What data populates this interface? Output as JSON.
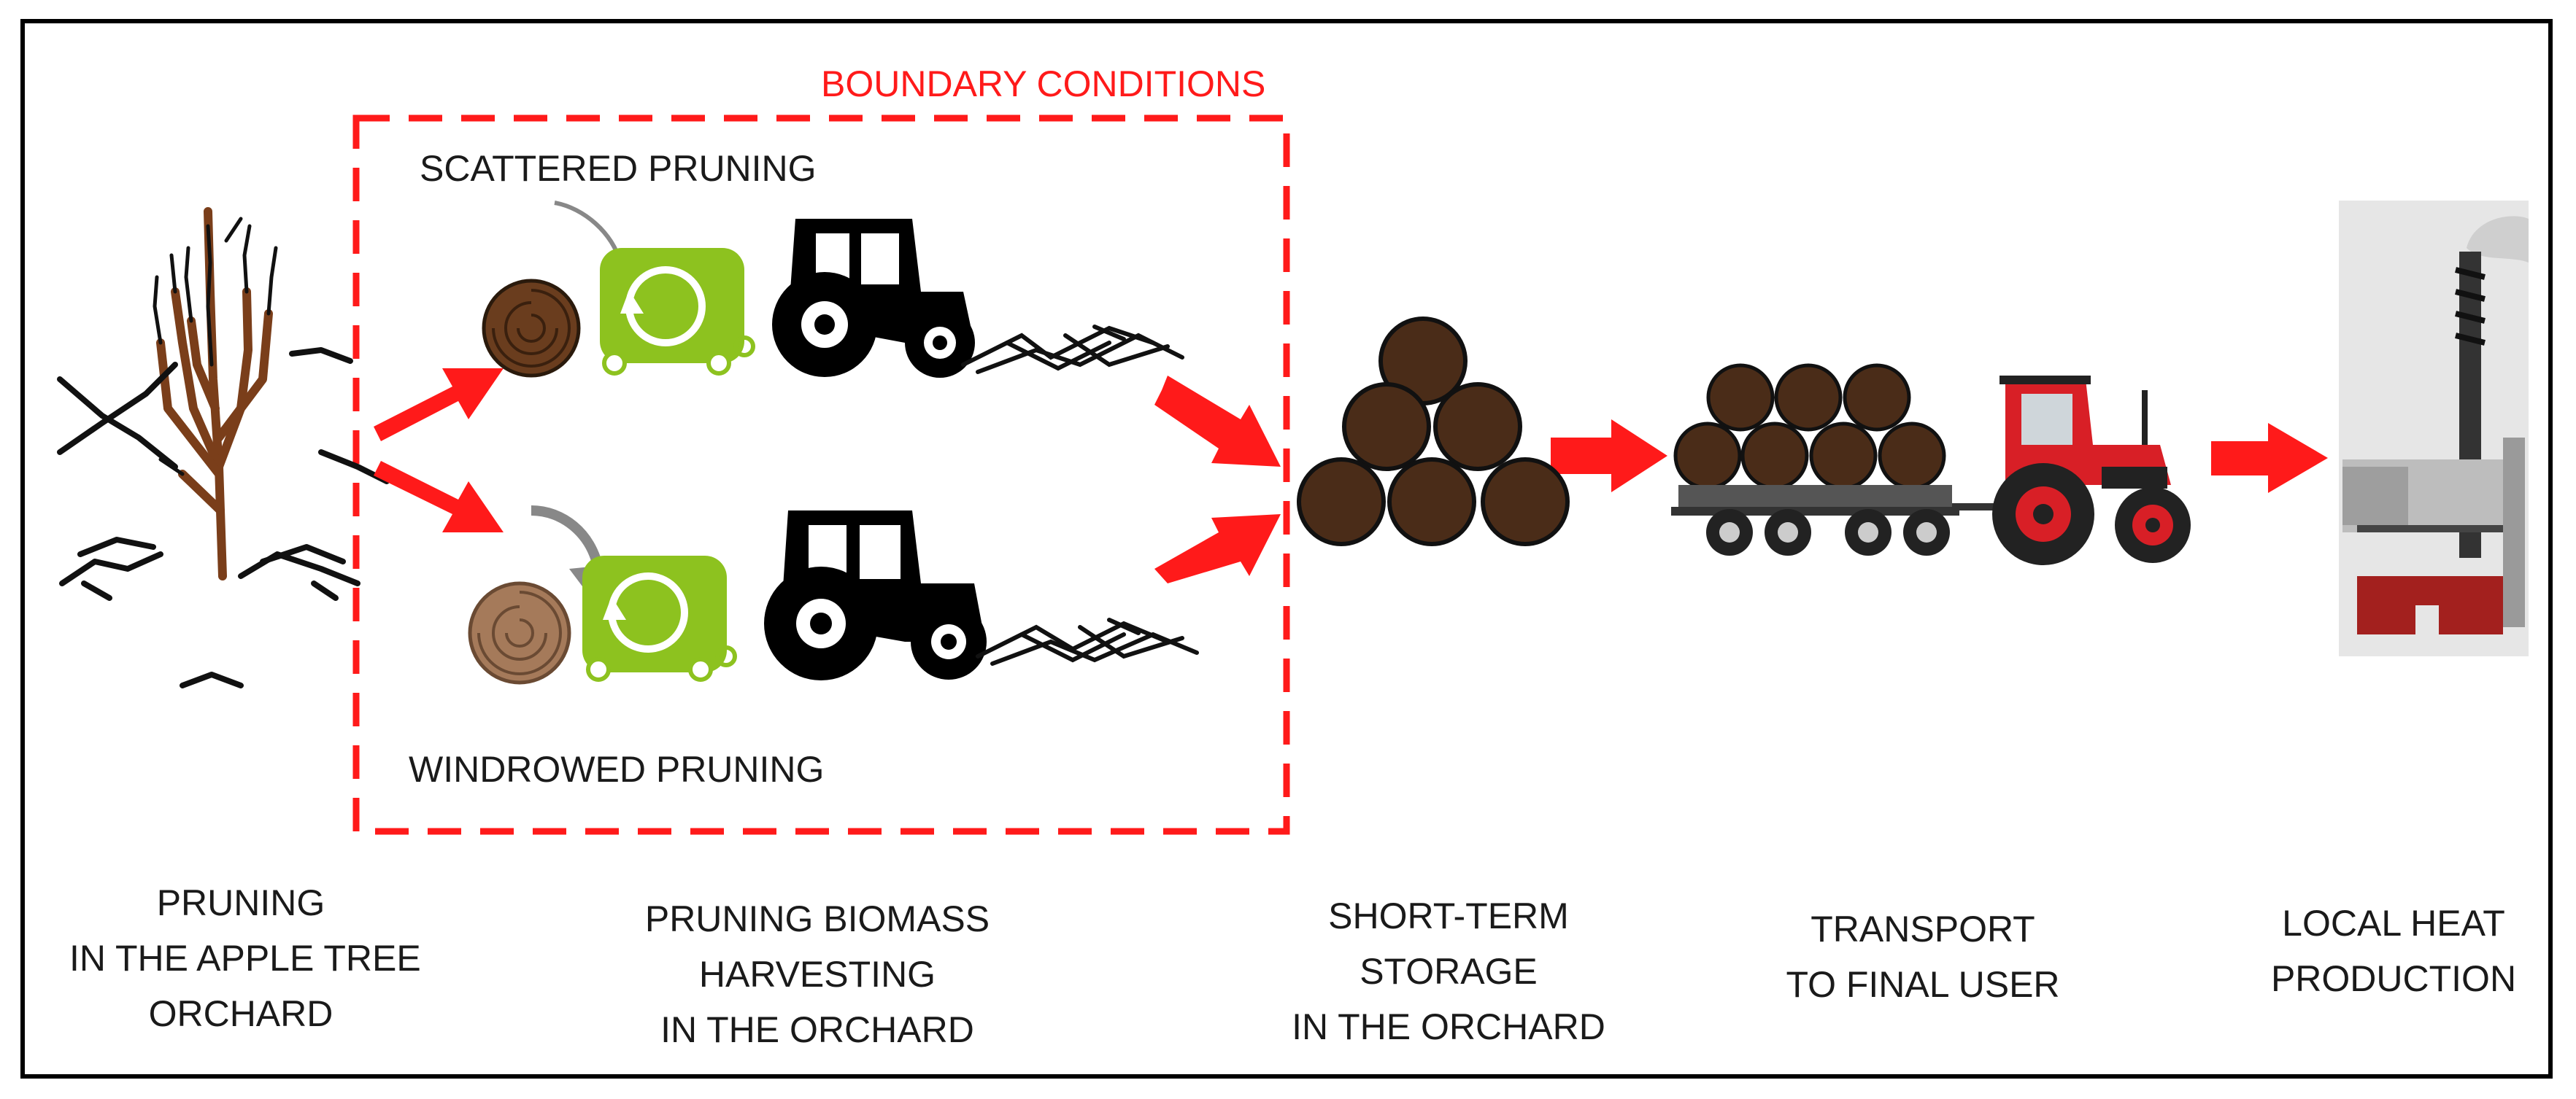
{
  "colors": {
    "boundary": "#ff1a1a",
    "arrow": "#ff1a1a",
    "baler_green": "#8dc21f",
    "bale_dark": "#5a3a22",
    "bale_light": "#a57a5a",
    "tractor_red": "#d81f26"
  },
  "diagram": {
    "boundary_title": "BOUNDARY CONDITIONS",
    "scattered_label": "SCATTERED PRUNING",
    "windrowed_label": "WINDROWED PRUNING",
    "stages": [
      {
        "id": "pruning",
        "lines": [
          "PRUNING",
          "IN THE APPLE TREE",
          "ORCHARD"
        ],
        "icon": "apple-tree-icon"
      },
      {
        "id": "harvesting",
        "lines": [
          "PRUNING BIOMASS",
          "HARVESTING",
          "IN THE ORCHARD"
        ],
        "icon": "baler-tractor-icon"
      },
      {
        "id": "storage",
        "lines": [
          "SHORT-TERM",
          "STORAGE",
          "IN THE ORCHARD"
        ],
        "icon": "bale-stack-icon"
      },
      {
        "id": "transport",
        "lines": [
          "TRANSPORT",
          "TO FINAL USER"
        ],
        "icon": "trailer-tractor-icon"
      },
      {
        "id": "heat",
        "lines": [
          "LOCAL HEAT",
          "PRODUCTION"
        ],
        "icon": "heating-plant-icon"
      }
    ]
  }
}
